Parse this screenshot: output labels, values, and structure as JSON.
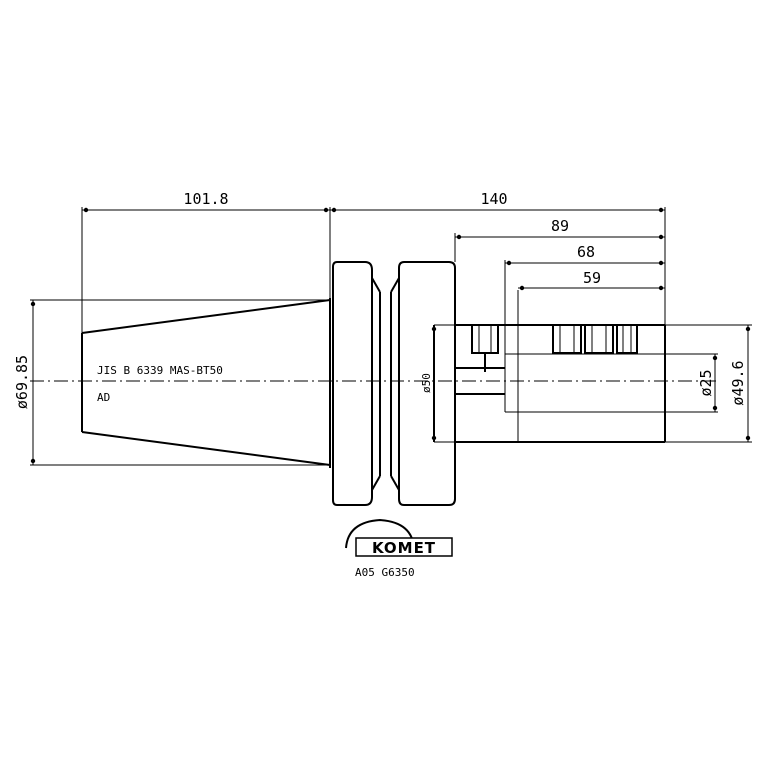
{
  "dimensions": {
    "taper_length": "101.8",
    "overall_length": "140",
    "length_89": "89",
    "length_68": "68",
    "length_59": "59",
    "taper_diameter": "ø69.85",
    "flange_diameter": "ø50",
    "bore_diameter": "ø25",
    "shank_diameter": "ø49.6"
  },
  "annotations": {
    "standard_line": "JIS B 6339 MAS-BT50",
    "taper_code": "AD"
  },
  "logo": {
    "brand": "KOMET",
    "part_number": "A05 G6350"
  }
}
